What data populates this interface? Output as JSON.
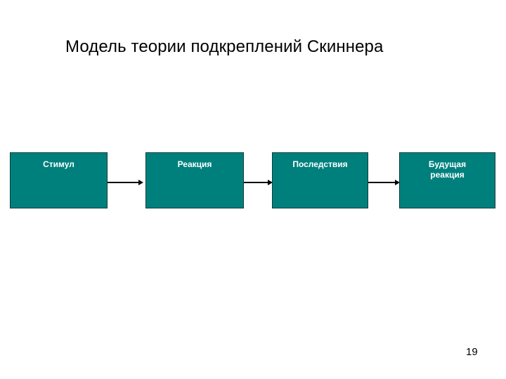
{
  "slide": {
    "title": "Модель теории подкреплений Скиннера",
    "page_number": "19",
    "background_color": "#ffffff",
    "box_fill_color": "#00807D",
    "box_border_color": "#0d3a3a",
    "box_text_color": "#ffffff",
    "arrow_color": "#000000",
    "title_color": "#000000"
  },
  "diagram": {
    "type": "flow",
    "nodes": [
      {
        "id": "stimulus",
        "label": "Стимул"
      },
      {
        "id": "response",
        "label": "Реакция"
      },
      {
        "id": "consequence",
        "label": "Последствия"
      },
      {
        "id": "future",
        "label_line1": "Будущая",
        "label_line2": "реакция"
      }
    ],
    "connections": [
      {
        "from": "stimulus",
        "to": "response",
        "style": "arrow"
      },
      {
        "from": "response",
        "to": "consequence",
        "style": "arrow"
      },
      {
        "from": "consequence",
        "to": "future",
        "style": "arrow"
      }
    ]
  }
}
